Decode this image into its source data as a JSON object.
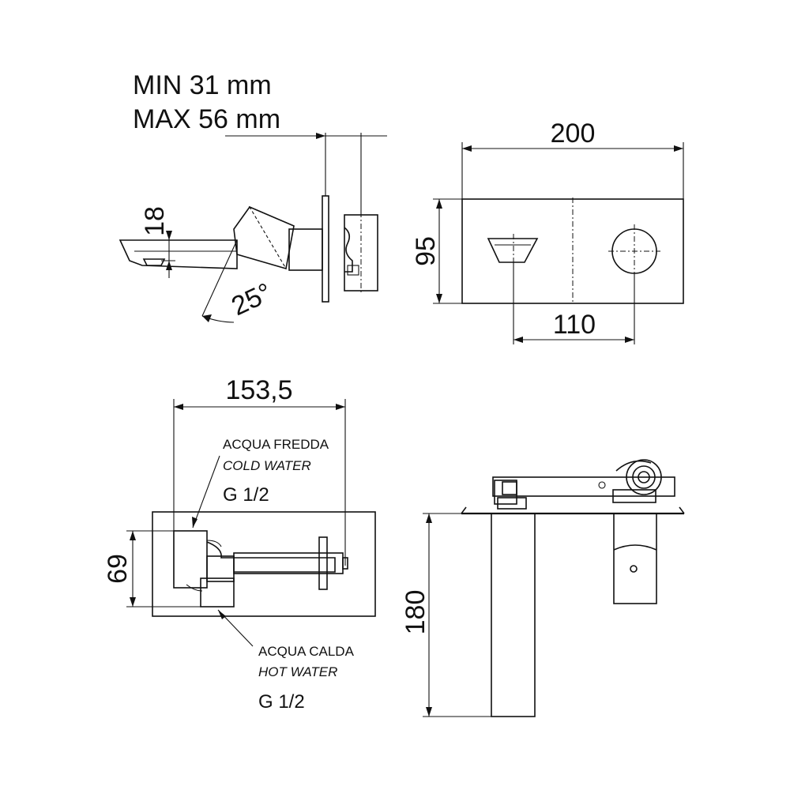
{
  "side_view": {
    "min_label": "MIN  31 mm",
    "max_label": "MAX 56 mm",
    "dim_height": "18",
    "dim_angle": "25°"
  },
  "front_view": {
    "dim_width": "200",
    "dim_height": "95",
    "dim_spacing": "110"
  },
  "top_view": {
    "dim_width": "153,5",
    "dim_height": "69",
    "cold_it": "ACQUA FREDDA",
    "cold_en": "COLD WATER",
    "cold_thread": "G 1/2",
    "hot_it": "ACQUA CALDA",
    "hot_en": "HOT WATER",
    "hot_thread": "G 1/2"
  },
  "body_view": {
    "dim_depth": "180"
  }
}
